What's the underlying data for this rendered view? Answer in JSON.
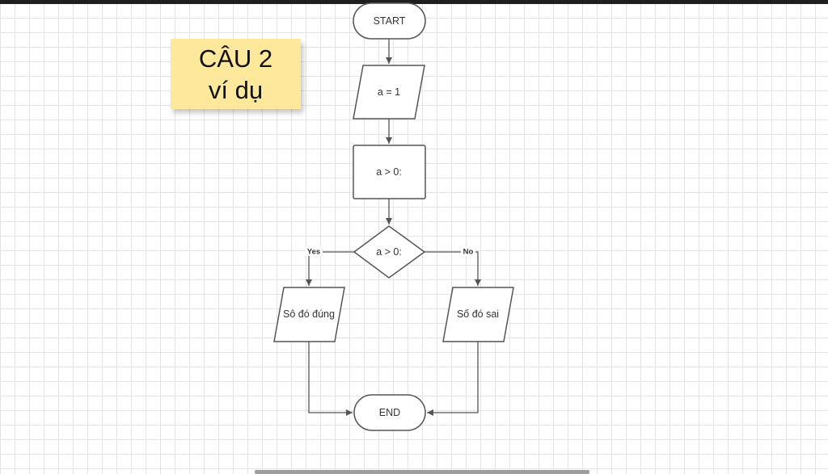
{
  "note": {
    "line1": "CÂU 2",
    "line2": "ví dụ",
    "color": "#fde89b"
  },
  "nodes": {
    "start": "START",
    "input": "a = 1",
    "process": "a  > 0:",
    "decision": "a > 0:",
    "output_true": "Sô đó đúng",
    "output_false": "Số đó sai",
    "end": "END"
  },
  "edges": {
    "yes_label": "Yes",
    "no_label": "No"
  },
  "colors": {
    "stroke": "#555555",
    "background": "#ffffff",
    "grid": "#e4e4e4"
  }
}
